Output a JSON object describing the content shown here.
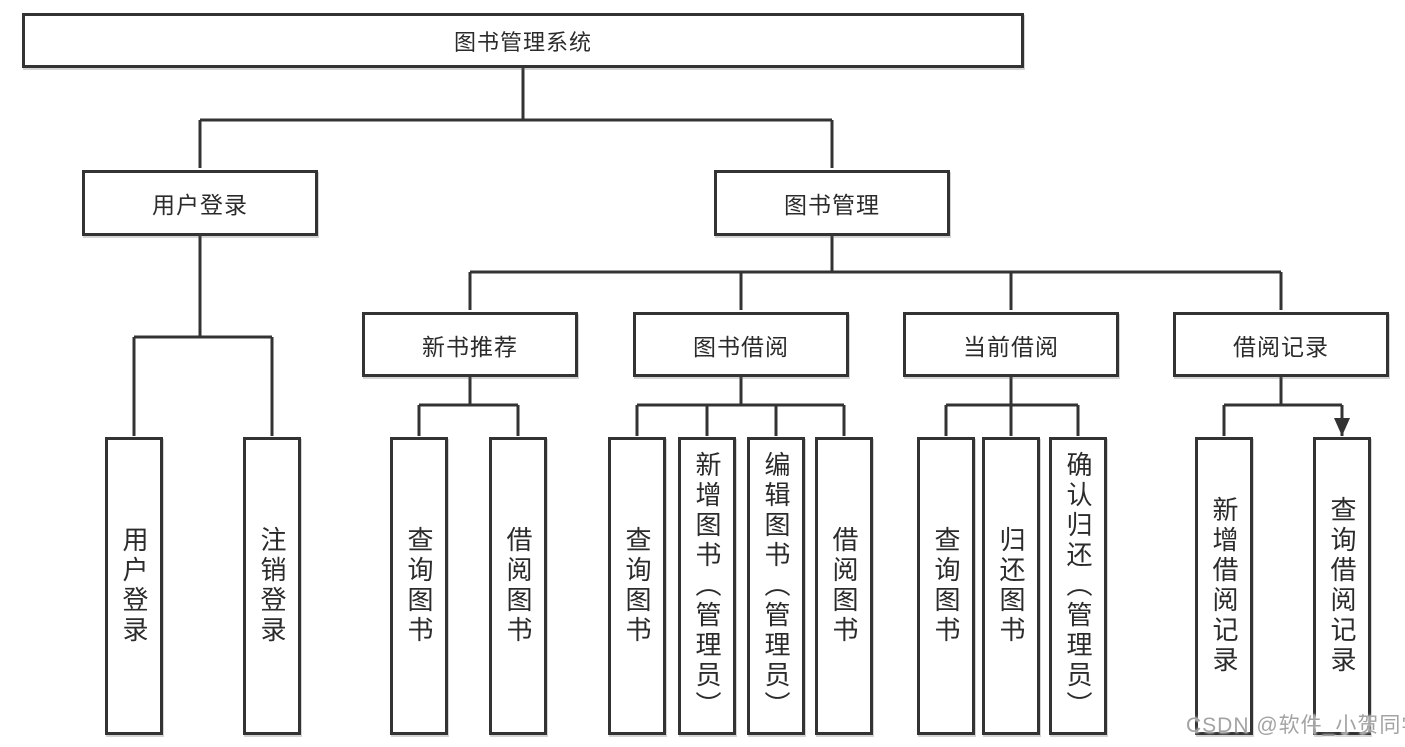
{
  "colors": {
    "line": "#333333",
    "box_border": "#333333",
    "text": "#2b2b2b",
    "background": "#ffffff",
    "watermark": "#a3a3a3"
  },
  "watermark": {
    "text": "CSDN @软件_小贺同学"
  },
  "tree": {
    "label": "图书管理系统",
    "children": [
      {
        "label": "用户登录",
        "children": [
          {
            "label": "用户登录"
          },
          {
            "label": "注销登录"
          }
        ]
      },
      {
        "label": "图书管理",
        "children": [
          {
            "label": "新书推荐",
            "children": [
              {
                "label": "查询图书"
              },
              {
                "label": "借阅图书"
              }
            ]
          },
          {
            "label": "图书借阅",
            "children": [
              {
                "label": "查询图书"
              },
              {
                "label": "新增图书（管理员）"
              },
              {
                "label": "编辑图书（管理员）"
              },
              {
                "label": "借阅图书"
              }
            ]
          },
          {
            "label": "当前借阅",
            "children": [
              {
                "label": "查询图书"
              },
              {
                "label": "归还图书"
              },
              {
                "label": "确认归还（管理员）"
              }
            ]
          },
          {
            "label": "借阅记录",
            "children": [
              {
                "label": "新增借阅记录"
              },
              {
                "label": "查询借阅记录"
              }
            ]
          }
        ]
      }
    ]
  }
}
